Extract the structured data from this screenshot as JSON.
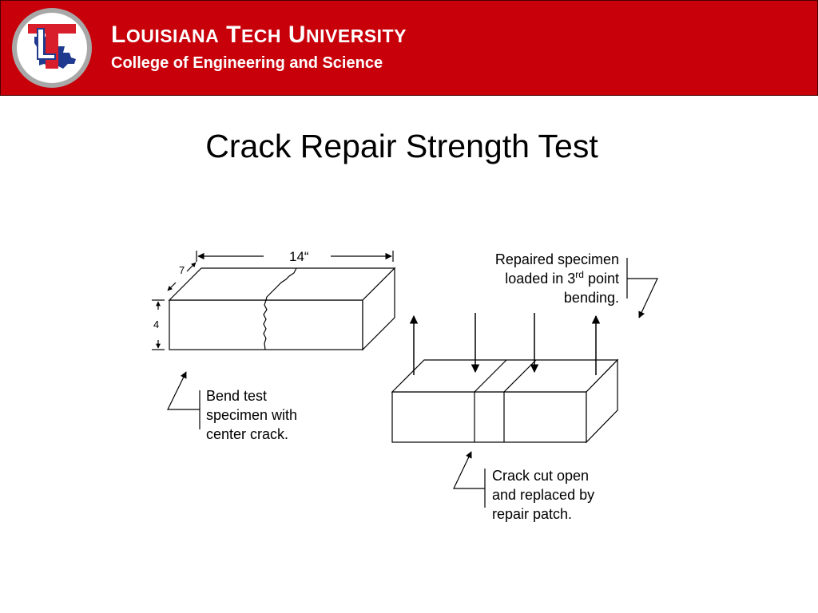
{
  "header": {
    "university_first_letters": [
      "L",
      "T",
      "U"
    ],
    "university_rest": [
      "OUISIANA",
      "ECH",
      "NIVERSITY"
    ],
    "college": "College of Engineering and Science",
    "logo_letters": "LT",
    "colors": {
      "banner_red": "#c8000a",
      "logo_blue": "#1f3a8f",
      "logo_red": "#d81e2a",
      "logo_ring": "#a8a8a8"
    }
  },
  "slide": {
    "title": "Crack Repair Strength Test"
  },
  "diagram": {
    "dim_length": "14“",
    "dim_width": "7",
    "dim_height": "4",
    "label_loading": {
      "line1": "Repaired specimen",
      "line2_pre": "loaded in 3",
      "line2_sup": "rd",
      "line2_post": " point",
      "line3": "bending."
    },
    "label_bend": {
      "line1": "Bend test",
      "line2": "specimen with",
      "line3": "center crack."
    },
    "label_patch": {
      "line1": "Crack cut open",
      "line2": "and replaced by",
      "line3": "repair patch."
    },
    "load_arrows": {
      "supports": 2,
      "loads": 2
    }
  }
}
